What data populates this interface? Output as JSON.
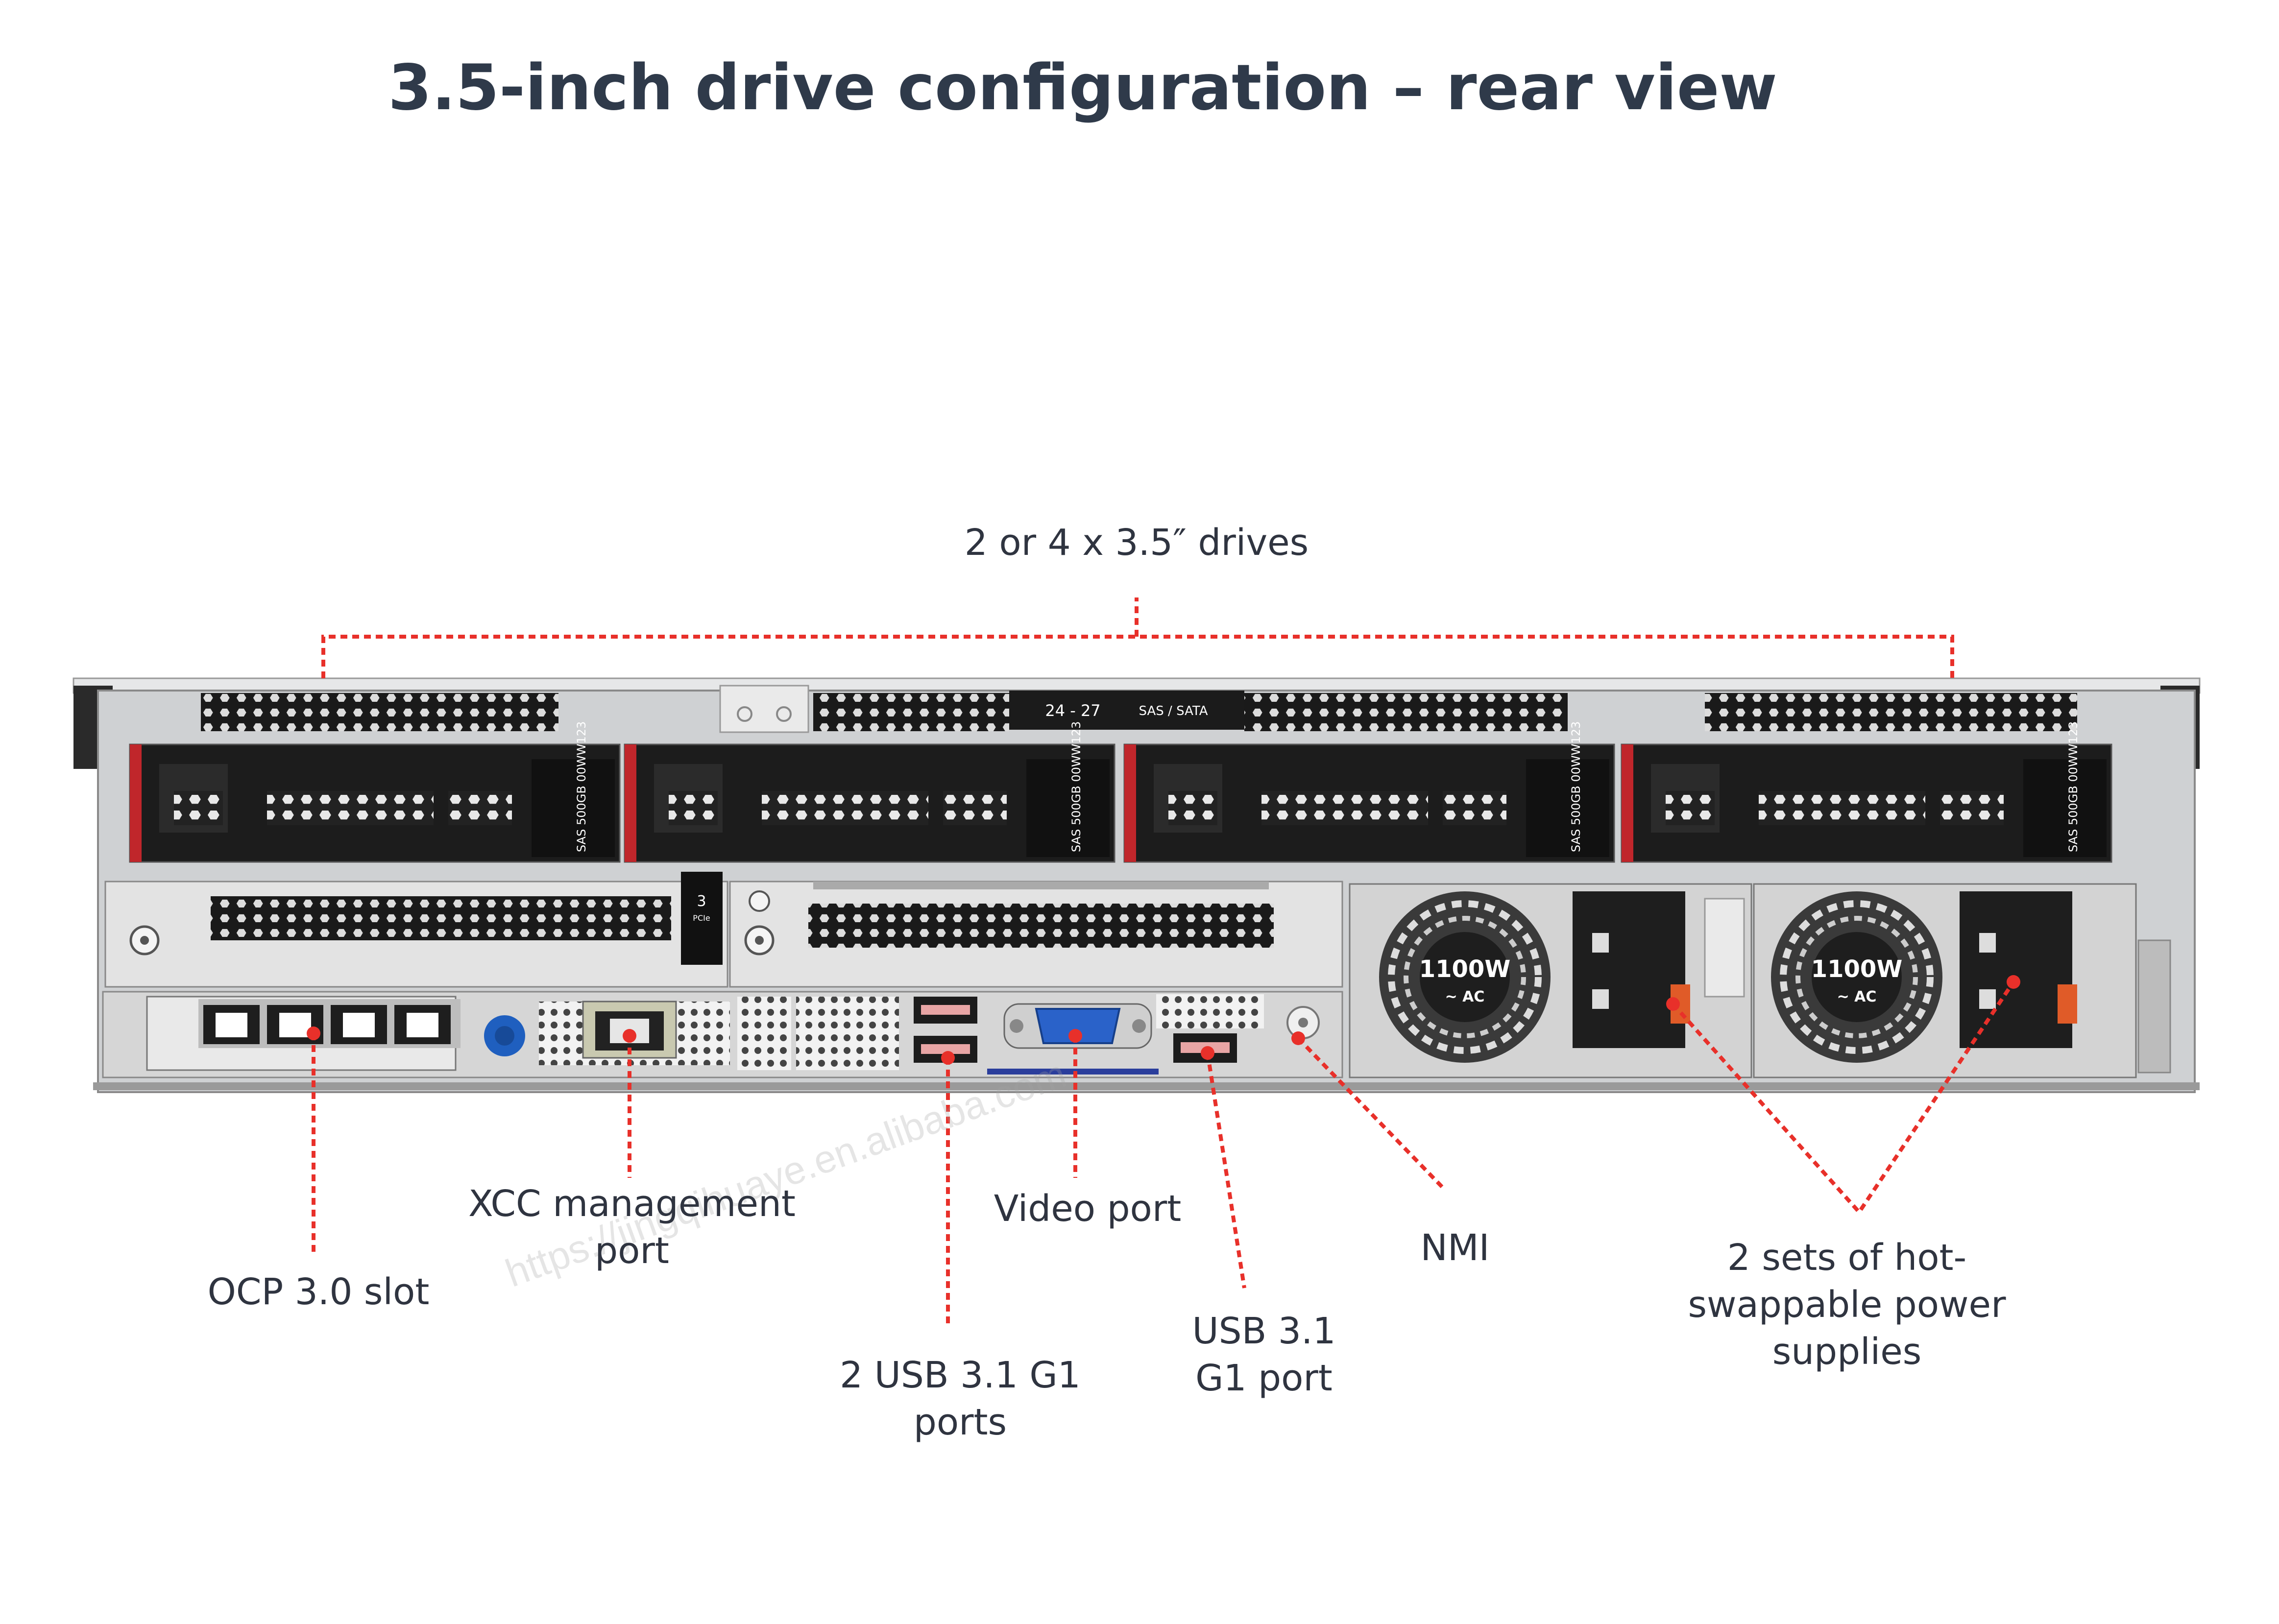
{
  "title": "3.5-inch drive configuration – rear view",
  "watermark": "https://jingqihuaye.en.alibaba.com",
  "labels": {
    "drives": "2 or 4 x 3.5″ drives",
    "xcc_line1": "XCC management",
    "xcc_line2": "port",
    "ocp": "OCP 3.0 slot",
    "video": "Video port",
    "usb2_line1": "2 USB 3.1 G1",
    "usb2_line2": "ports",
    "usb1_line1": "USB 3.1",
    "usb1_line2": "G1 port",
    "nmi": "NMI",
    "psu_line1": "2 sets of hot-",
    "psu_line2": "swappable power",
    "psu_line3": "supplies"
  },
  "server": {
    "bay_label": "24 - 27",
    "bay_type": "SAS / SATA",
    "drive_text": "SAS 500GB 00WW123",
    "riser_number": "3",
    "riser_sub": "PCIe",
    "psu_rating": "1100W",
    "psu_type": "AC"
  },
  "colors": {
    "leader": "#e8302a",
    "title": "#2f3a4a",
    "text": "#2f3440",
    "chassis": "#cfd1d3",
    "drive_red": "#c0262b"
  }
}
